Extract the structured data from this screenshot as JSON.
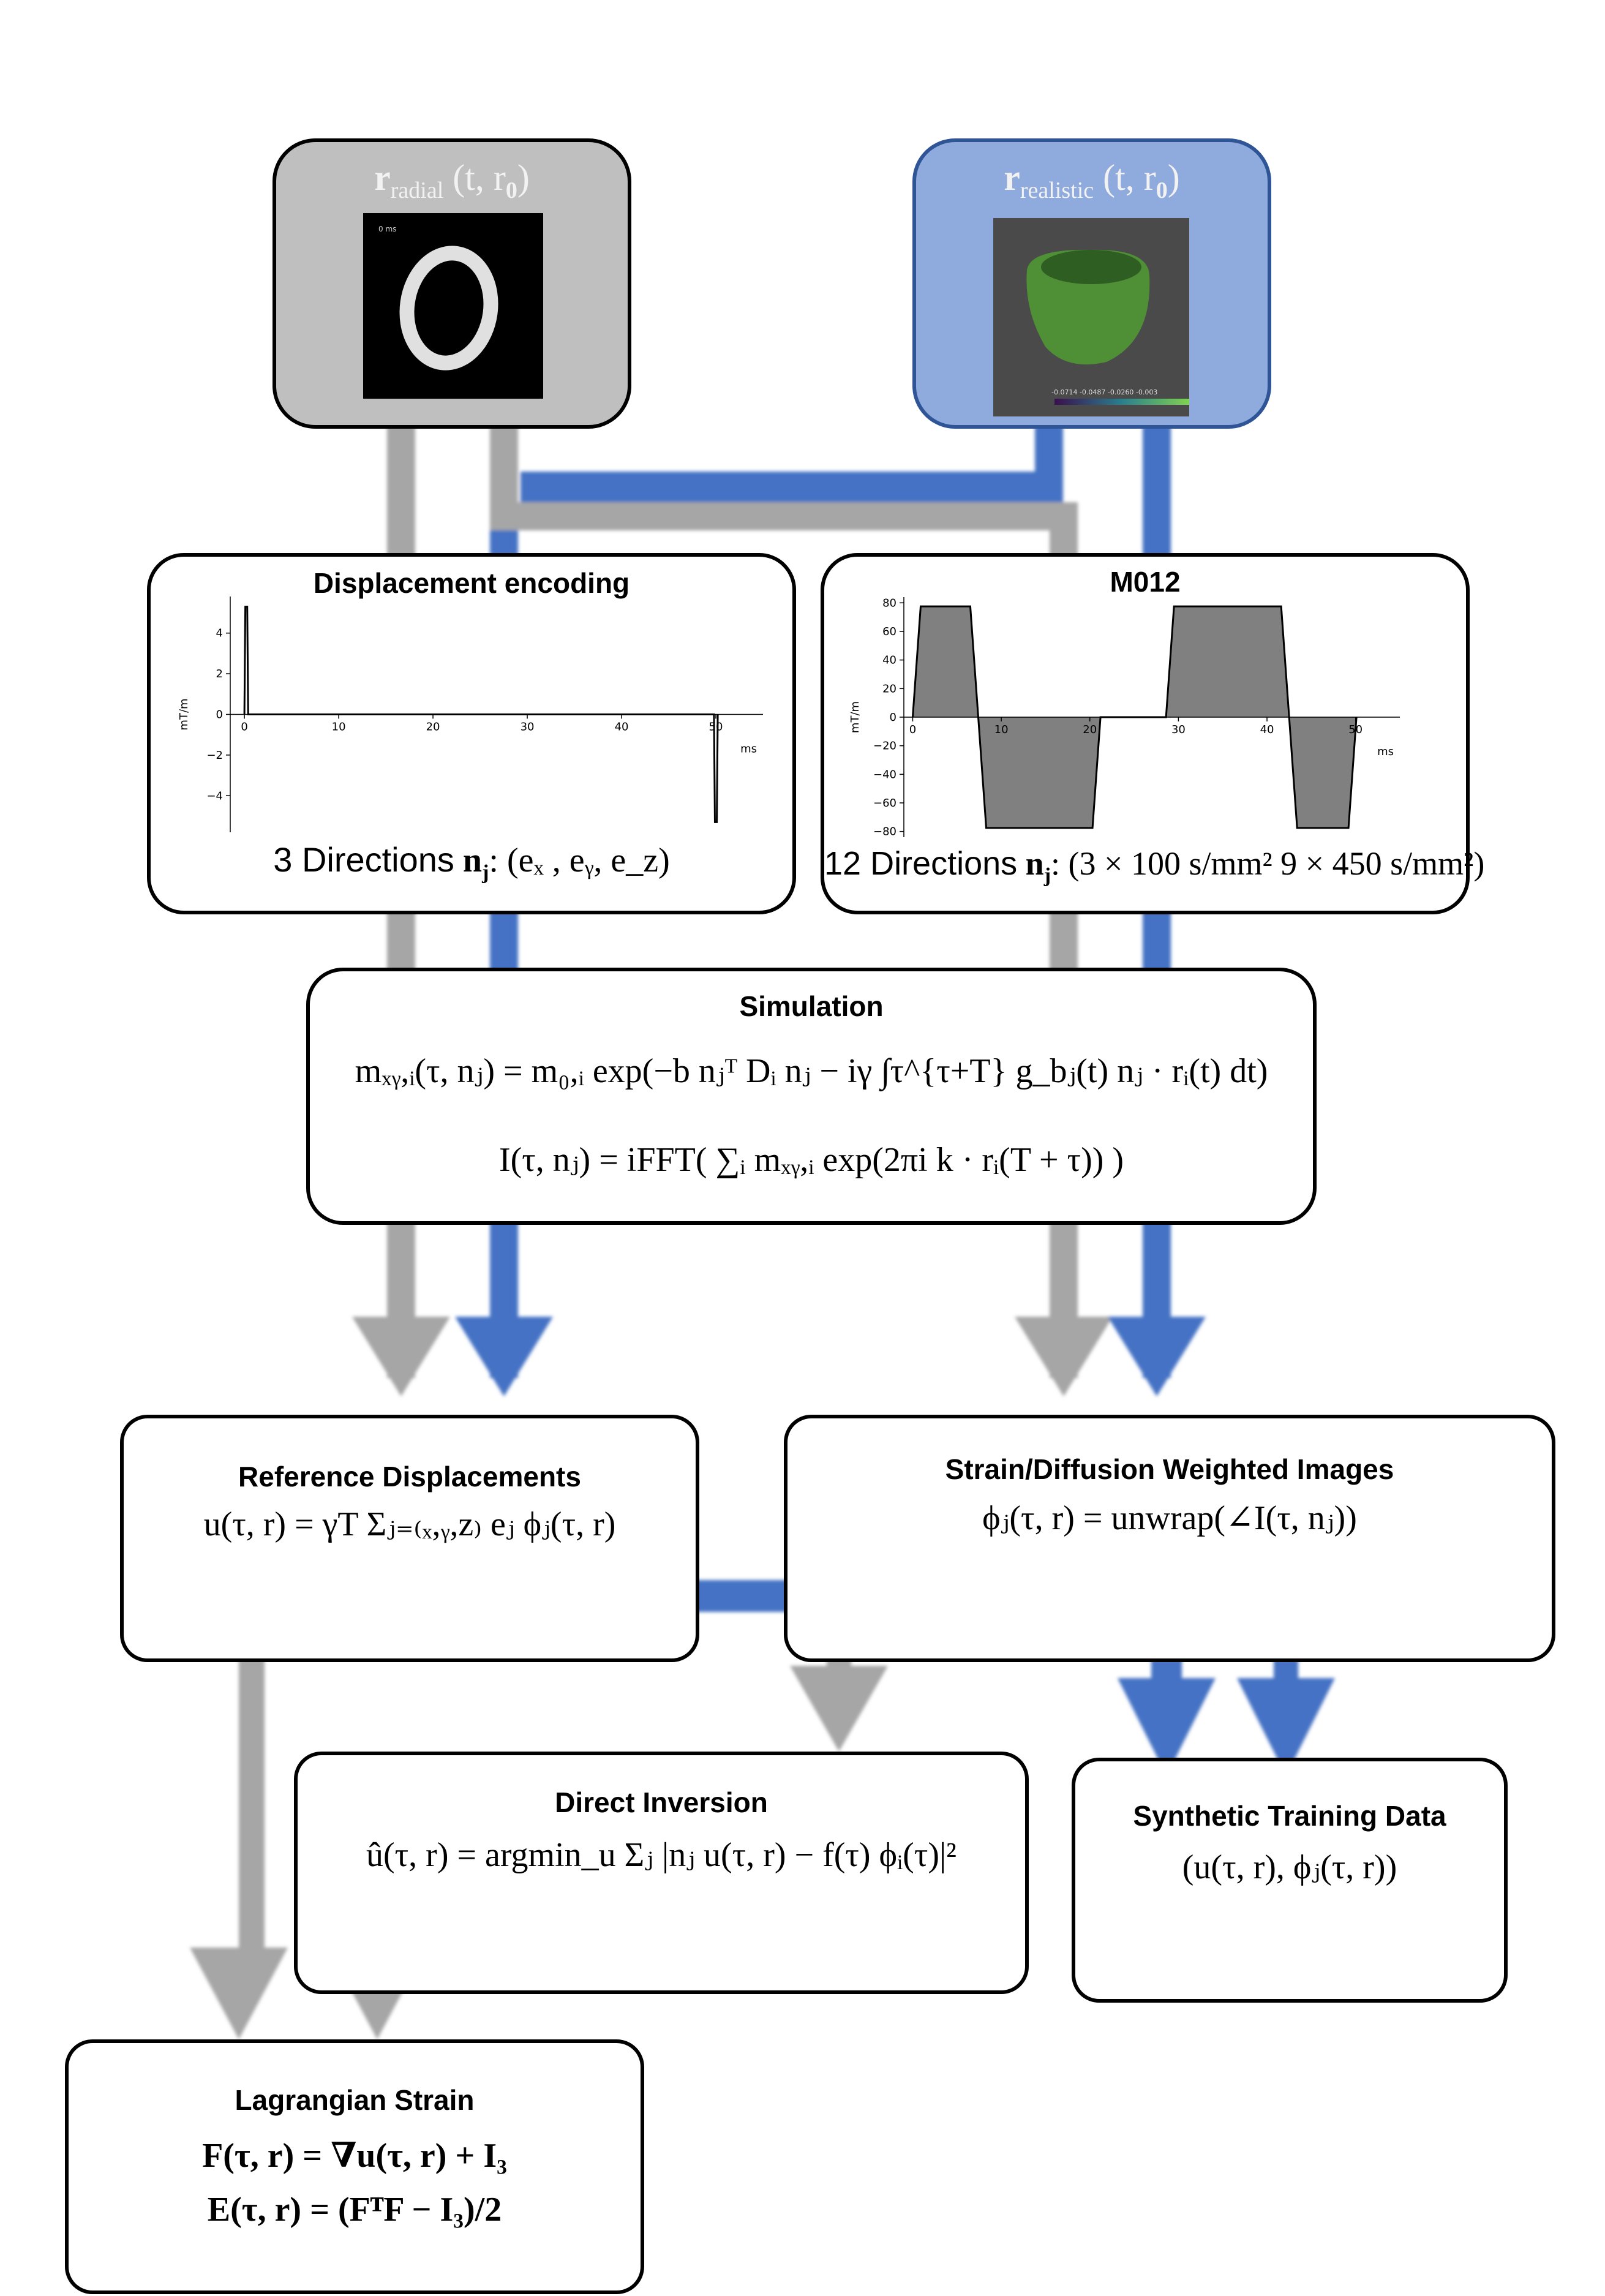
{
  "colors": {
    "gray_path": "#a6a6a6",
    "blue_path": "#4472c4",
    "radial_box_fill": "#bfbfbf",
    "realistic_box_fill": "#8faadc",
    "realistic_box_border": "#2f5597",
    "waveform_fill": "#808080"
  },
  "sources": {
    "radial": {
      "label_main": "r",
      "label_sub": "radial",
      "label_args": "(t, r",
      "label_args_sub": "0",
      "label_close": ")",
      "image_icon": "ring-phantom-image",
      "image_caption": "0 ms"
    },
    "realistic": {
      "label_main": "r",
      "label_sub": "realistic",
      "label_args": "(t, r",
      "label_args_sub": "0",
      "label_close": ")",
      "image_icon": "left-ventricle-mesh-image",
      "colorbar_labels": "-0.0714 -0.0487 -0.0260 -0.003"
    }
  },
  "boxes": {
    "displacement_encoding": {
      "title": "Displacement encoding",
      "directions_text": "3 Directions",
      "directions_eq": "n",
      "directions_sub": "j",
      "directions_set": ": (eₓ , eᵧ, e_z)"
    },
    "m012": {
      "title": "M012",
      "directions_text": "12 Directions",
      "directions_eq": "n",
      "directions_sub": "j",
      "directions_set": ": (3 × 100 s/mm²  9 × 450 s/mm²)"
    },
    "simulation": {
      "title": "Simulation",
      "eq1": "mₓᵧ,ᵢ(τ, nⱼ) = m₀,ᵢ exp(−b nⱼᵀ Dᵢ nⱼ − iγ ∫τ^{τ+T} g_bⱼ(t) nⱼ · rᵢ(t) dt)",
      "eq2": "I(τ, nⱼ) = iFFT( ∑ᵢ mₓᵧ,ᵢ exp(2πi k · rᵢ(T + τ)) )"
    },
    "reference_displacements": {
      "title": "Reference Displacements",
      "eq": "u(τ, r) = γT Σⱼ₌₍ₓ,ᵧ,z₎ eⱼ ϕⱼ(τ, r)"
    },
    "strain_diffusion_images": {
      "title": "Strain/Diffusion Weighted Images",
      "eq": "ϕⱼ(τ, r) = unwrap(∠I(τ, nⱼ))"
    },
    "direct_inversion": {
      "title": "Direct Inversion",
      "eq": "û(τ, r) = argmin_u Σⱼ |nⱼ u(τ, r) − f(τ) ϕᵢ(τ)|²"
    },
    "synthetic_training_data": {
      "title": "Synthetic Training Data",
      "eq": "(u(τ, r), ϕⱼ(τ, r))"
    },
    "lagrangian_strain": {
      "title": "Lagrangian Strain",
      "eq1": "F(τ, r) = ∇u(τ, r) + I₃",
      "eq2": "E(τ, r) = (FᵀF − I₃)/2"
    }
  },
  "chart_data": [
    {
      "name": "displacement-encoding-waveform",
      "type": "line",
      "title": "Displacement encoding",
      "xlabel": "ms",
      "ylabel": "mT/m",
      "xlim": [
        -1.5,
        55
      ],
      "ylim": [
        -5.8,
        5.8
      ],
      "xticks": [
        0,
        10,
        20,
        30,
        40,
        50
      ],
      "yticks": [
        -4,
        -2,
        0,
        2,
        4
      ],
      "ytick_labels": [
        "−4",
        "−2",
        "0",
        "2",
        "4"
      ],
      "x": [
        0,
        0.1,
        0.3,
        0.4,
        49.8,
        49.9,
        50.1,
        50.2
      ],
      "y": [
        0,
        5.3,
        5.3,
        0,
        0,
        -5.3,
        -5.3,
        0
      ],
      "grid": false
    },
    {
      "name": "m012-waveform",
      "type": "area",
      "title": "M012",
      "xlabel": "ms",
      "ylabel": "mT/m",
      "xlim": [
        -1,
        55
      ],
      "ylim": [
        -84,
        84
      ],
      "xticks": [
        0,
        10,
        20,
        30,
        40,
        50
      ],
      "yticks": [
        -80,
        -60,
        -40,
        -20,
        0,
        20,
        40,
        60,
        80
      ],
      "ytick_labels": [
        "−80",
        "−60",
        "−40",
        "−20",
        "0",
        "20",
        "40",
        "60",
        "80"
      ],
      "x": [
        0,
        0.9,
        6.5,
        7.4,
        8.3,
        20.3,
        21.2,
        28.6,
        29.5,
        41.6,
        42.5,
        43.4,
        49.2,
        50.1
      ],
      "y": [
        0,
        77.5,
        77.5,
        0,
        -77.5,
        -77.5,
        0,
        0,
        77.5,
        77.5,
        0,
        -77.5,
        -77.5,
        0
      ],
      "grid": false
    }
  ]
}
